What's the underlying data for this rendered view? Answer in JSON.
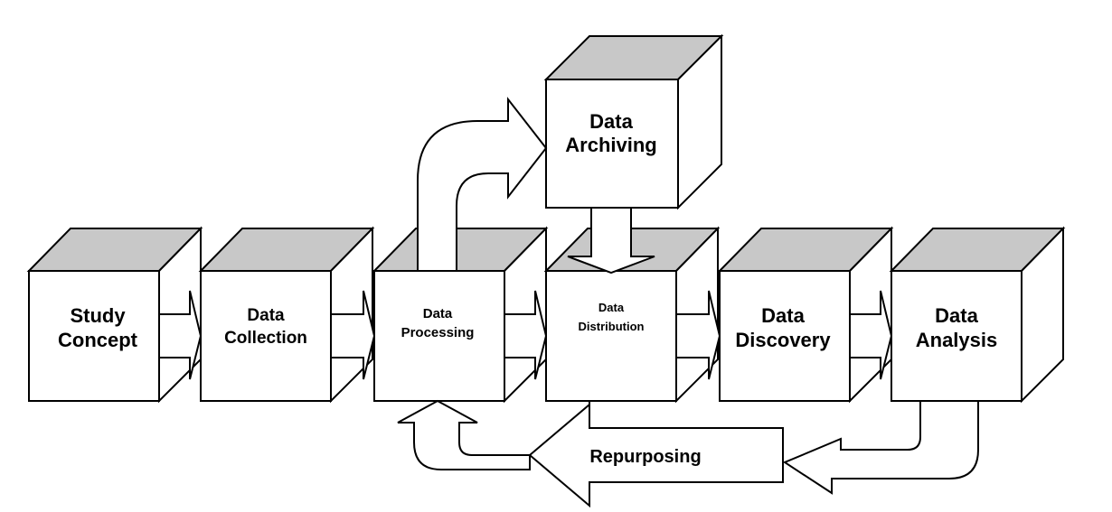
{
  "diagram": {
    "stages": [
      {
        "id": "study-concept",
        "lines": [
          "Study",
          "Concept"
        ]
      },
      {
        "id": "data-collection",
        "lines": [
          "Data",
          "Collection"
        ]
      },
      {
        "id": "data-processing",
        "lines": [
          "Data",
          "Processing"
        ]
      },
      {
        "id": "data-distribution",
        "lines": [
          "Data",
          "Distribution"
        ]
      },
      {
        "id": "data-discovery",
        "lines": [
          "Data",
          "Discovery"
        ]
      },
      {
        "id": "data-analysis",
        "lines": [
          "Data",
          "Analysis"
        ]
      }
    ],
    "archive": {
      "lines": [
        "Data",
        "Archiving"
      ]
    },
    "repurposing_label": "Repurposing"
  },
  "colors": {
    "face": "#ffffff",
    "top": "#c8c8c8",
    "stroke": "#000000"
  }
}
